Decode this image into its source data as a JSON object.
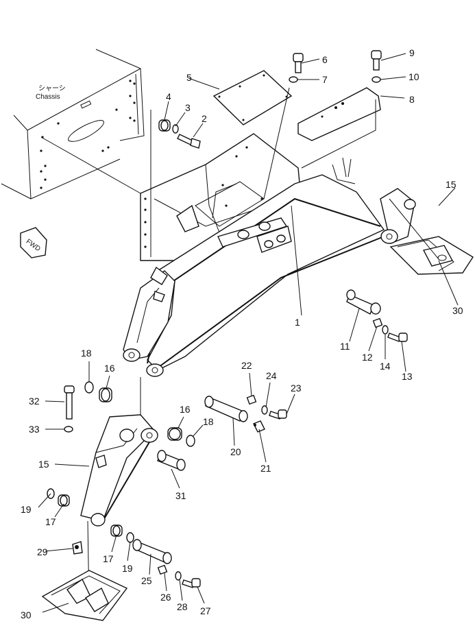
{
  "diagram": {
    "chassis_label_jp": "シャーシ",
    "chassis_label_en": "Chassis",
    "fwd_label": "FWD",
    "part_numbers": [
      "1",
      "2",
      "3",
      "4",
      "5",
      "6",
      "7",
      "8",
      "9",
      "10",
      "11",
      "12",
      "13",
      "14",
      "15",
      "15",
      "16",
      "16",
      "17",
      "17",
      "18",
      "18",
      "19",
      "19",
      "20",
      "21",
      "22",
      "23",
      "24",
      "25",
      "26",
      "27",
      "28",
      "29",
      "30",
      "30",
      "31",
      "32",
      "33"
    ]
  }
}
